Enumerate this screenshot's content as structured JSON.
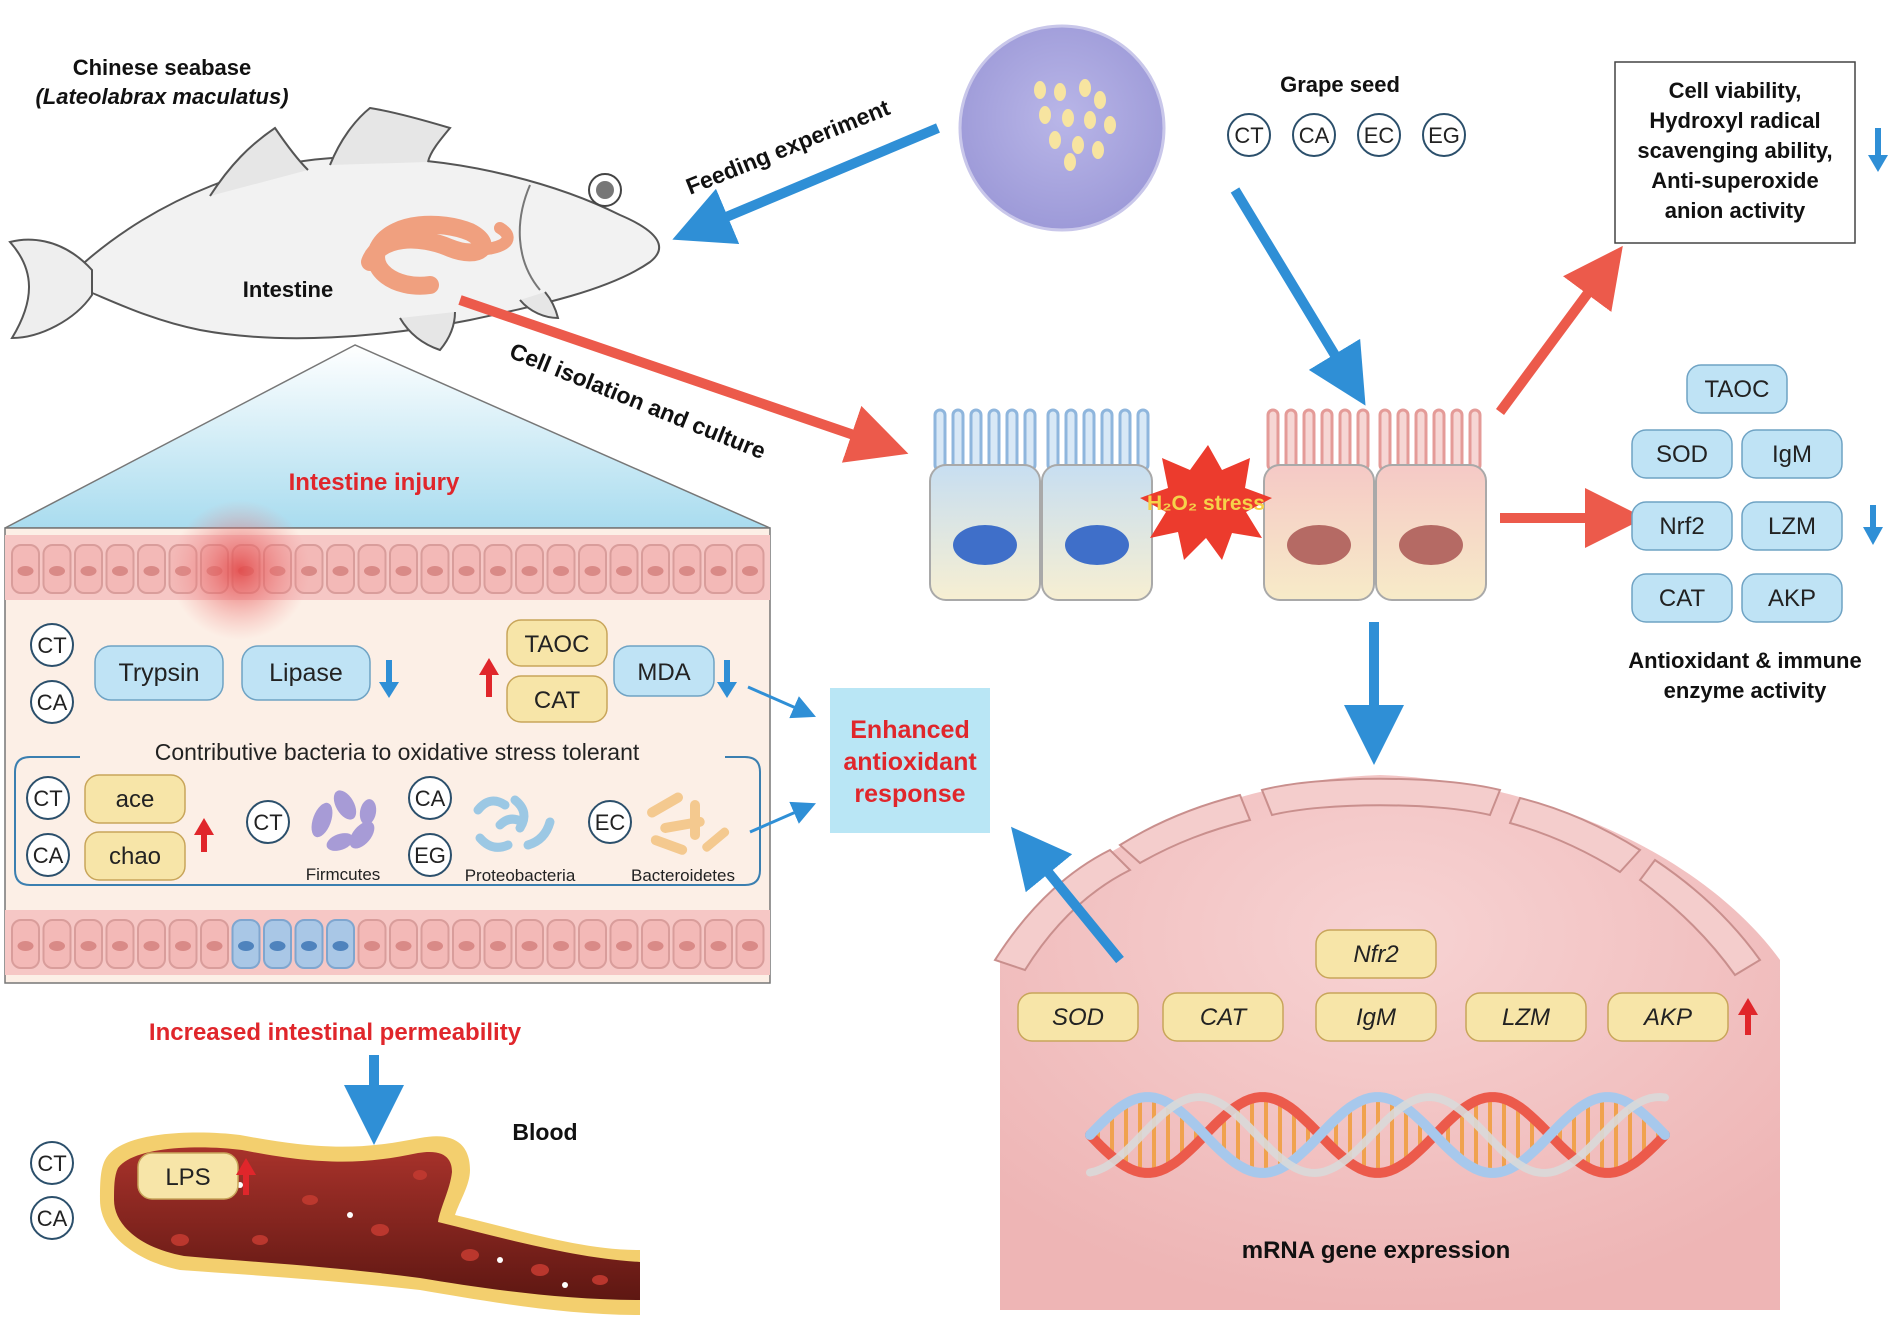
{
  "fish": {
    "title": "Chinese seabase",
    "species": "(Lateolabrax maculatus)",
    "intestine_label": "Intestine"
  },
  "arrows": {
    "feeding": "Feeding experiment",
    "cell_isolation": "Cell isolation and culture"
  },
  "grape_seed": {
    "label": "Grape seed",
    "groups": [
      "CT",
      "CA",
      "EC",
      "EG"
    ]
  },
  "cell_viability": {
    "lines": [
      "Cell viability,",
      "Hydroxyl radical",
      "scavenging ability,",
      "Anti-superoxide",
      "anion activity"
    ]
  },
  "cells": {
    "stress_label": "H₂O₂ stress"
  },
  "enzymes": {
    "pills": [
      "TAOC",
      "SOD",
      "IgM",
      "Nrf2",
      "LZM",
      "CAT",
      "AKP"
    ],
    "caption_line1": "Antioxidant & immune",
    "caption_line2": "enzyme activity"
  },
  "intestine_panel": {
    "injury_label": "Intestine injury",
    "left_groups": [
      "CT",
      "CA"
    ],
    "trypsin": "Trypsin",
    "lipase": "Lipase",
    "taoc": "TAOC",
    "cat": "CAT",
    "mda": "MDA",
    "bacteria_title": "Contributive bacteria to oxidative stress tolerant",
    "bacteria_groups_a": [
      "CT",
      "CA"
    ],
    "ace": "ace",
    "chao": "chao",
    "firmicutes_group": "CT",
    "firmicutes": "Firmcutes",
    "proteo_groups": [
      "CA",
      "EG"
    ],
    "proteobacteria": "Proteobacteria",
    "bacteroidetes_group": "EC",
    "bacteroidetes": "Bacteroidetes"
  },
  "response": {
    "lines": [
      "Enhanced",
      "antioxidant",
      "response"
    ]
  },
  "permeability": {
    "label": "Increased intestinal permeability",
    "blood": "Blood",
    "lps": "LPS",
    "groups": [
      "CT",
      "CA"
    ]
  },
  "nucleus": {
    "genes_top": "Nfr2",
    "genes_row": [
      "SOD",
      "CAT",
      "IgM",
      "LZM",
      "AKP"
    ],
    "caption": "mRNA gene expression"
  },
  "colors": {
    "blue_arrow": "#2f8fd6",
    "red_arrow": "#ec5a4b",
    "title_red": "#e0262b",
    "pill_blue": "#bfe3f5",
    "pill_yellow": "#f7e5a8"
  }
}
